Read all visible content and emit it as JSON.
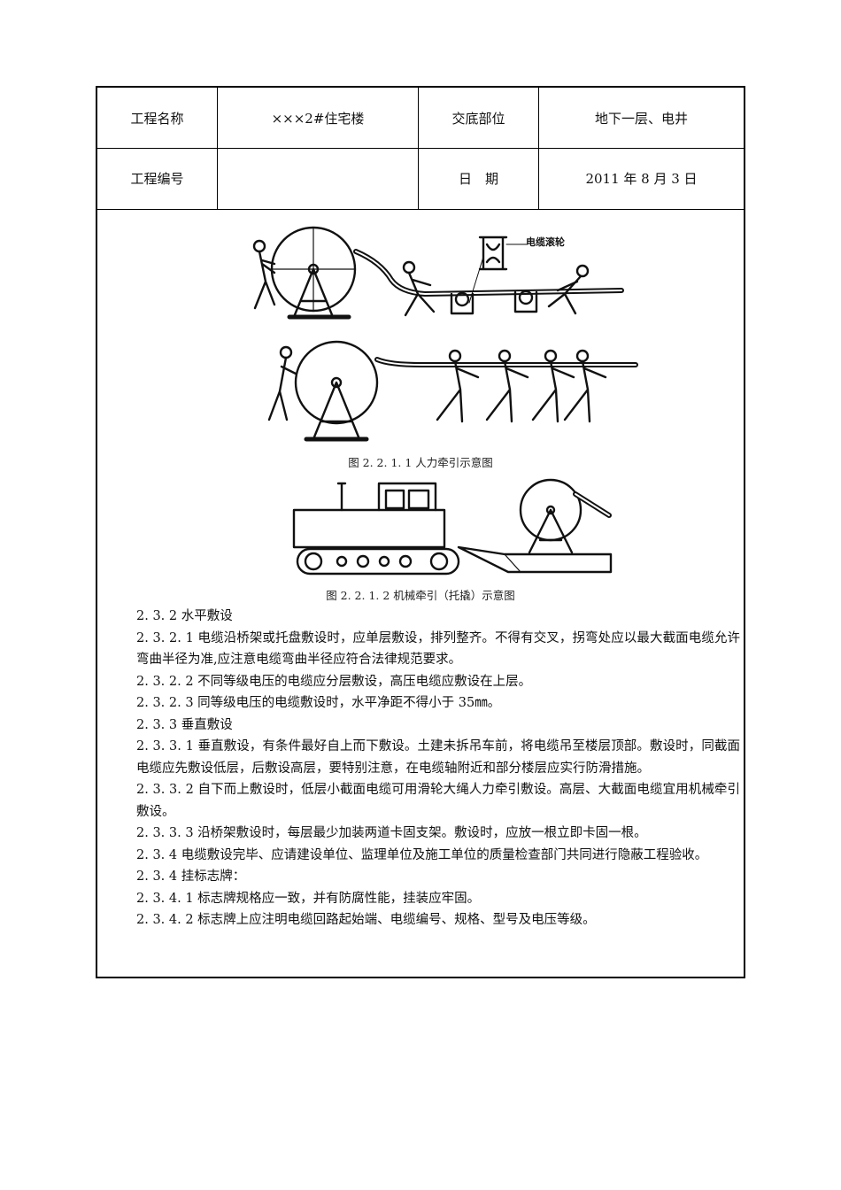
{
  "header": {
    "project_name_label": "工程名称",
    "project_name_value": "×××2#住宅楼",
    "location_label": "交底部位",
    "location_value": "地下一层、电井",
    "project_no_label": "工程编号",
    "project_no_value": "",
    "date_label": "日　期",
    "date_value": "2011 年 8 月 3 日"
  },
  "figures": {
    "roller_label": "电缆滚轮",
    "caption1": "图 2. 2. 1. 1 人力牵引示意图",
    "caption2": "图 2. 2. 1. 2 机械牵引（托撬）示意图"
  },
  "paragraphs": [
    "2. 3. 2 水平敷设",
    "2. 3. 2. 1 电缆沿桥架或托盘敷设时，应单层敷设，排列整齐。不得有交叉，拐弯处应以最大截面电缆允许弯曲半径为准,应注意电缆弯曲半径应符合法律规范要求。",
    "2. 3. 2. 2 不同等级电压的电缆应分层敷设，高压电缆应敷设在上层。",
    "2. 3. 2. 3 同等级电压的电缆敷设时，水平净距不得小于 35㎜。",
    "2. 3. 3 垂直敷设",
    "2. 3. 3. 1 垂直敷设，有条件最好自上而下敷设。土建未拆吊车前，将电缆吊至楼层顶部。敷设时，同截面电缆应先敷设低层，后敷设高层，要特别注意，在电缆轴附近和部分楼层应实行防滑措施。",
    "2. 3. 3. 2 自下而上敷设时，低层小截面电缆可用滑轮大绳人力牵引敷设。高层、大截面电缆宜用机械牵引敷设。",
    "2. 3. 3. 3 沿桥架敷设时，每层最少加装两道卡固支架。敷设时，应放一根立即卡固一根。",
    "2. 3. 4 电缆敷设完毕、应请建设单位、监理单位及施工单位的质量检查部门共同进行隐蔽工程验收。",
    "2. 3. 4 挂标志牌：",
    "2. 3. 4. 1 标志牌规格应一致，并有防腐性能，挂装应牢固。",
    "2. 3. 4. 2 标志牌上应注明电缆回路起始端、电缆编号、规格、型号及电压等级。"
  ]
}
